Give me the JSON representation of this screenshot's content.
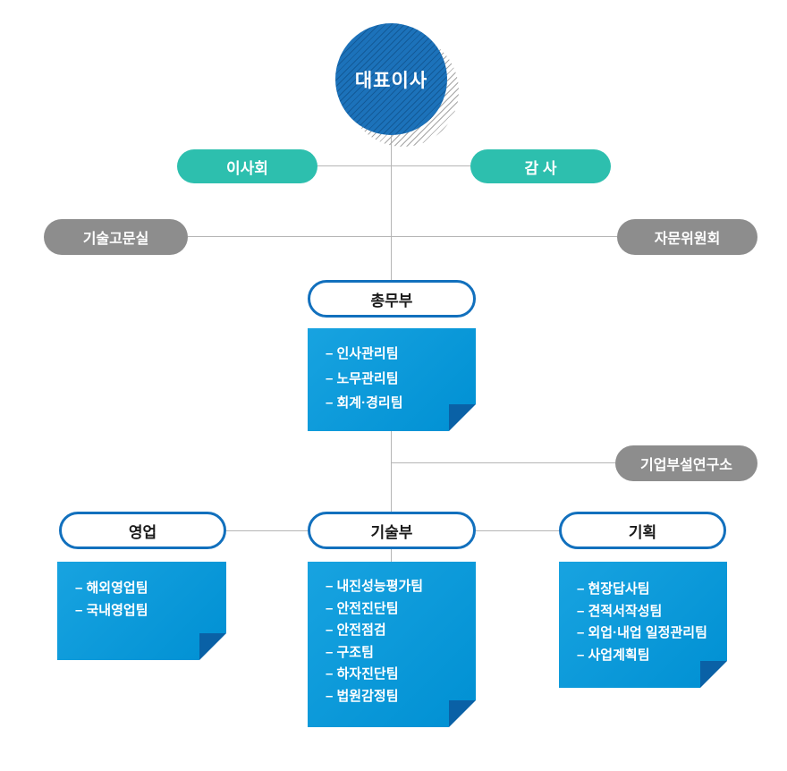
{
  "colors": {
    "circle_blue": "#1c72ba",
    "teal": "#2dbfae",
    "gray": "#8d8d8d",
    "pill_border": "#1270bd",
    "box_top": "#18a3e0",
    "box_bottom": "#0090d3",
    "fold": "#0a61a6",
    "line": "#b5b5b5"
  },
  "nodes": {
    "ceo": {
      "label": "대표이사"
    },
    "board": {
      "label": "이사회"
    },
    "auditor": {
      "label": "감 사"
    },
    "tech_advisory": {
      "label": "기술고문실"
    },
    "advisory_committee": {
      "label": "자문위원회"
    },
    "research_institute": {
      "label": "기업부설연구소"
    },
    "general_affairs": {
      "label": "총무부",
      "teams": [
        "– 인사관리팀",
        "– 노무관리팀",
        "– 회계·경리팀"
      ]
    },
    "sales": {
      "label": "영업",
      "teams": [
        "– 해외영업팀",
        "– 국내영업팀"
      ]
    },
    "technical": {
      "label": "기술부",
      "teams": [
        "– 내진성능평가팀",
        "– 안전진단팀",
        "– 안전점검",
        "– 구조팀",
        "– 하자진단팀",
        "– 법원감정팀"
      ]
    },
    "planning": {
      "label": "기획",
      "teams": [
        "– 현장답사팀",
        "– 견적서작성팀",
        "– 외업·내업 일정관리팀",
        "– 사업계획팀"
      ]
    }
  }
}
